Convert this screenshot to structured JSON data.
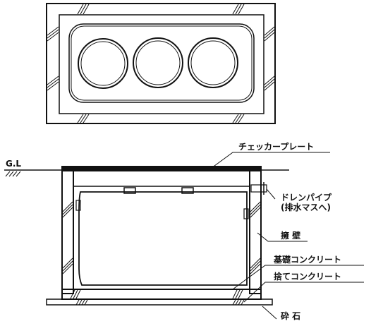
{
  "labels": {
    "ground_level": "G.L",
    "checker_plate": "チェッカープレート",
    "drain_pipe": "ドレンパイプ",
    "drain_pipe_note": "(排水マスへ)",
    "retaining_wall": "擁  壁",
    "foundation_concrete": "基礎コンクリート",
    "leveling_concrete": "捨てコンクリート",
    "crushed_stone": "砕  石"
  },
  "colors": {
    "line": "#111111",
    "background": "#ffffff"
  }
}
